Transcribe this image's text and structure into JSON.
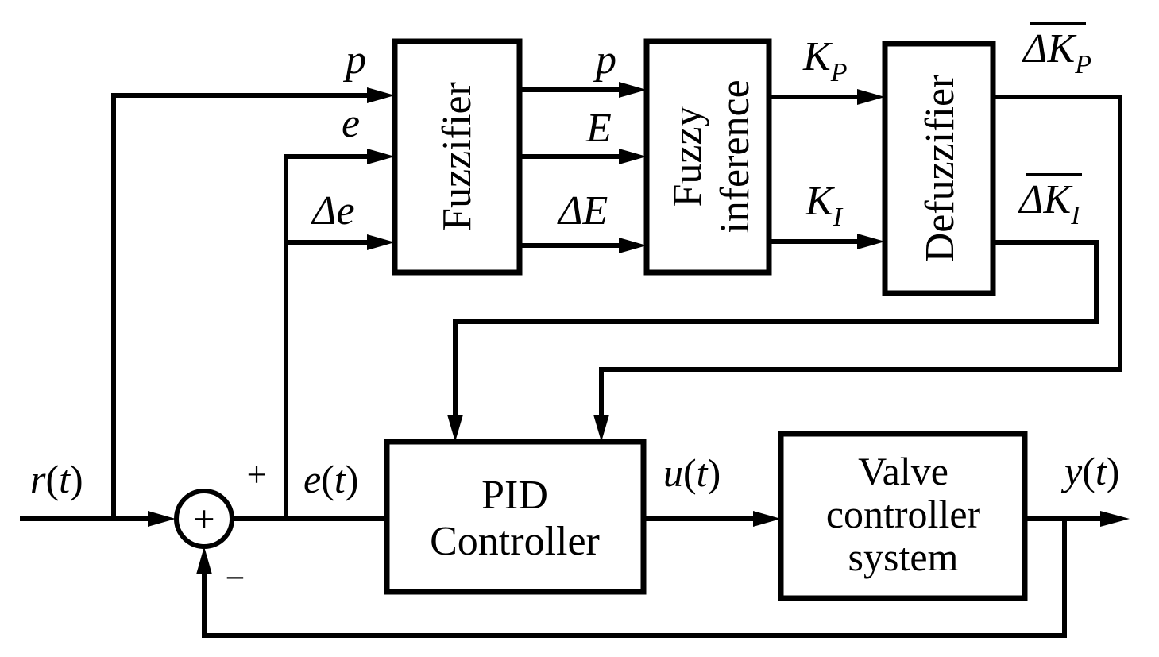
{
  "diagram": {
    "title": "Fuzzy PID valve control block diagram",
    "blocks": {
      "fuzzifier": "Fuzzifier",
      "fuzzy_inference": [
        "Fuzzy",
        "inference"
      ],
      "defuzzifier": "Defuzzifier",
      "pid_controller": [
        "PID",
        "Controller"
      ],
      "valve_system": [
        "Valve",
        "controller",
        "system"
      ]
    },
    "signals": {
      "reference": {
        "main": "r",
        "arg": "t"
      },
      "error": {
        "main": "e",
        "arg": "t"
      },
      "control": {
        "main": "u",
        "arg": "t"
      },
      "output": {
        "main": "y",
        "arg": "t"
      },
      "fuzz_in_p": "p",
      "fuzz_in_e": "e",
      "fuzz_in_de": "Δe",
      "inf_in_p": "p",
      "inf_in_E": "E",
      "inf_in_dE": "ΔE",
      "kp": {
        "main": "K",
        "sub": "P"
      },
      "ki": {
        "main": "K",
        "sub": "I"
      },
      "dkp": {
        "main": "ΔK",
        "sub": "P"
      },
      "dki": {
        "main": "ΔK",
        "sub": "I"
      }
    },
    "summing_junction": {
      "symbol": "+",
      "plus_sign": "+",
      "minus_sign": "−"
    }
  }
}
